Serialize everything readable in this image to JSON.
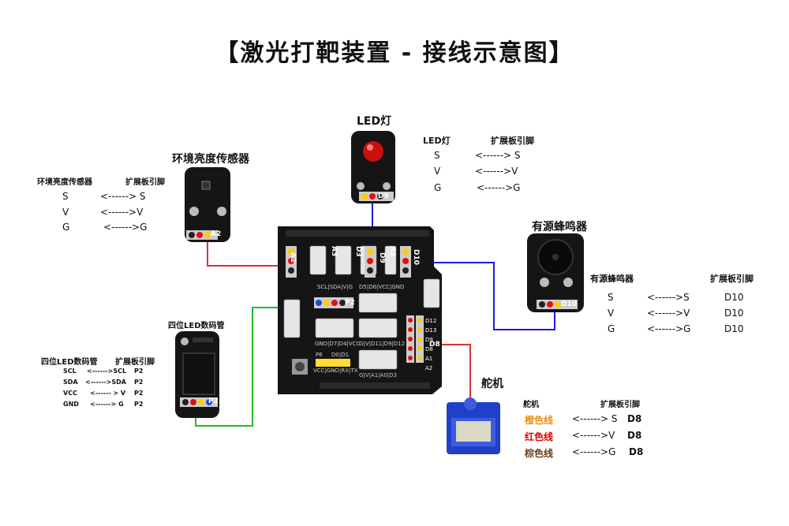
{
  "title": "【激光打靶装置 - 接线示意图】",
  "modules": {
    "light_sensor": {
      "name": "环境亮度传感器",
      "port": "A2",
      "table": {
        "header": [
          "环境亮度传感器",
          "扩展板引脚"
        ],
        "rows": [
          [
            "S",
            "<------> S"
          ],
          [
            "V",
            "<------>V"
          ],
          [
            "G",
            "<------>G"
          ]
        ]
      }
    },
    "led": {
      "name": "LED灯",
      "port": "D9",
      "table": {
        "header": [
          "LED灯",
          "扩展板引脚"
        ],
        "rows": [
          [
            "S",
            "<------> S"
          ],
          [
            "V",
            "<------>V"
          ],
          [
            "G",
            "<------>G"
          ]
        ]
      }
    },
    "buzzer": {
      "name": "有源蜂鸣器",
      "port": "D10",
      "table": {
        "header": [
          "有源蜂鸣器",
          "扩展板引脚"
        ],
        "rows": [
          [
            "S",
            "<------>S",
            "D10"
          ],
          [
            "V",
            "<------>V",
            "D10"
          ],
          [
            "G",
            "<------>G",
            "D10"
          ]
        ]
      }
    },
    "display": {
      "name": "四位LED数码管",
      "port": "P2",
      "table": {
        "header": [
          "四位LED数码管",
          "扩展板引脚"
        ],
        "rows": [
          [
            "SCL",
            "<------>SCL",
            "P2"
          ],
          [
            "SDA",
            "<------>SDA",
            "P2"
          ],
          [
            "VCC",
            "<------ > V",
            "P2"
          ],
          [
            "GND",
            "<------> G",
            "P2"
          ]
        ]
      }
    },
    "servo": {
      "name": "舵机",
      "port": "D8",
      "table": {
        "header": [
          "舵机",
          "扩展板引脚"
        ],
        "rows": [
          [
            "橙色线",
            "<------> S",
            "D8"
          ],
          [
            "红色线",
            "<------>V",
            "D8"
          ],
          [
            "棕色线",
            "<------>G",
            "D8"
          ]
        ]
      },
      "wire_colors": [
        "#f28c00",
        "#e00000",
        "#6b3b12"
      ]
    }
  },
  "board_labels": {
    "ports_top": [
      "A2",
      "A3",
      "D3",
      "D9",
      "A2",
      "D10"
    ],
    "p2": "P2",
    "d8": "D8",
    "row1": "SCL|SDA|V|G",
    "row2": "D5|D6|VCC|GND",
    "row3": "GND|D7|D4|VCC",
    "row4": "G|V|D11|D9|D12",
    "row5": "G|V|A1|A0|D3",
    "p6": "P6",
    "d0d1": "D0|D1",
    "vcc_row": "VCC|GND|RX|TX",
    "right_pins": [
      "D12",
      "D13",
      "D9",
      "D8",
      "A1",
      "A2"
    ]
  },
  "colors": {
    "wire_red": "#e03030",
    "wire_blue": "#1a1aee",
    "wire_green": "#22bb22",
    "board": "#151515"
  }
}
